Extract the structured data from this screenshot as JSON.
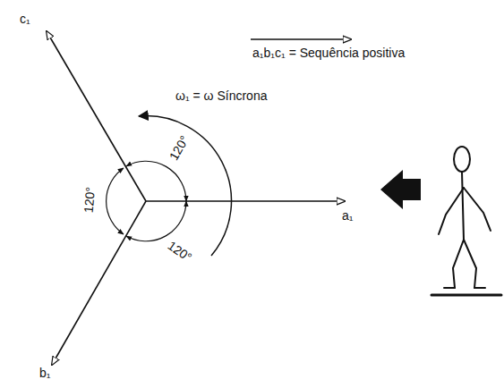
{
  "diagram": {
    "labels": [
      "c₁",
      "a₁b₁c₁ = Sequência positiva",
      "ω₁ = ω Síncrona",
      "120°",
      "120°",
      "120°",
      "a₁",
      "b₁"
    ]
  }
}
